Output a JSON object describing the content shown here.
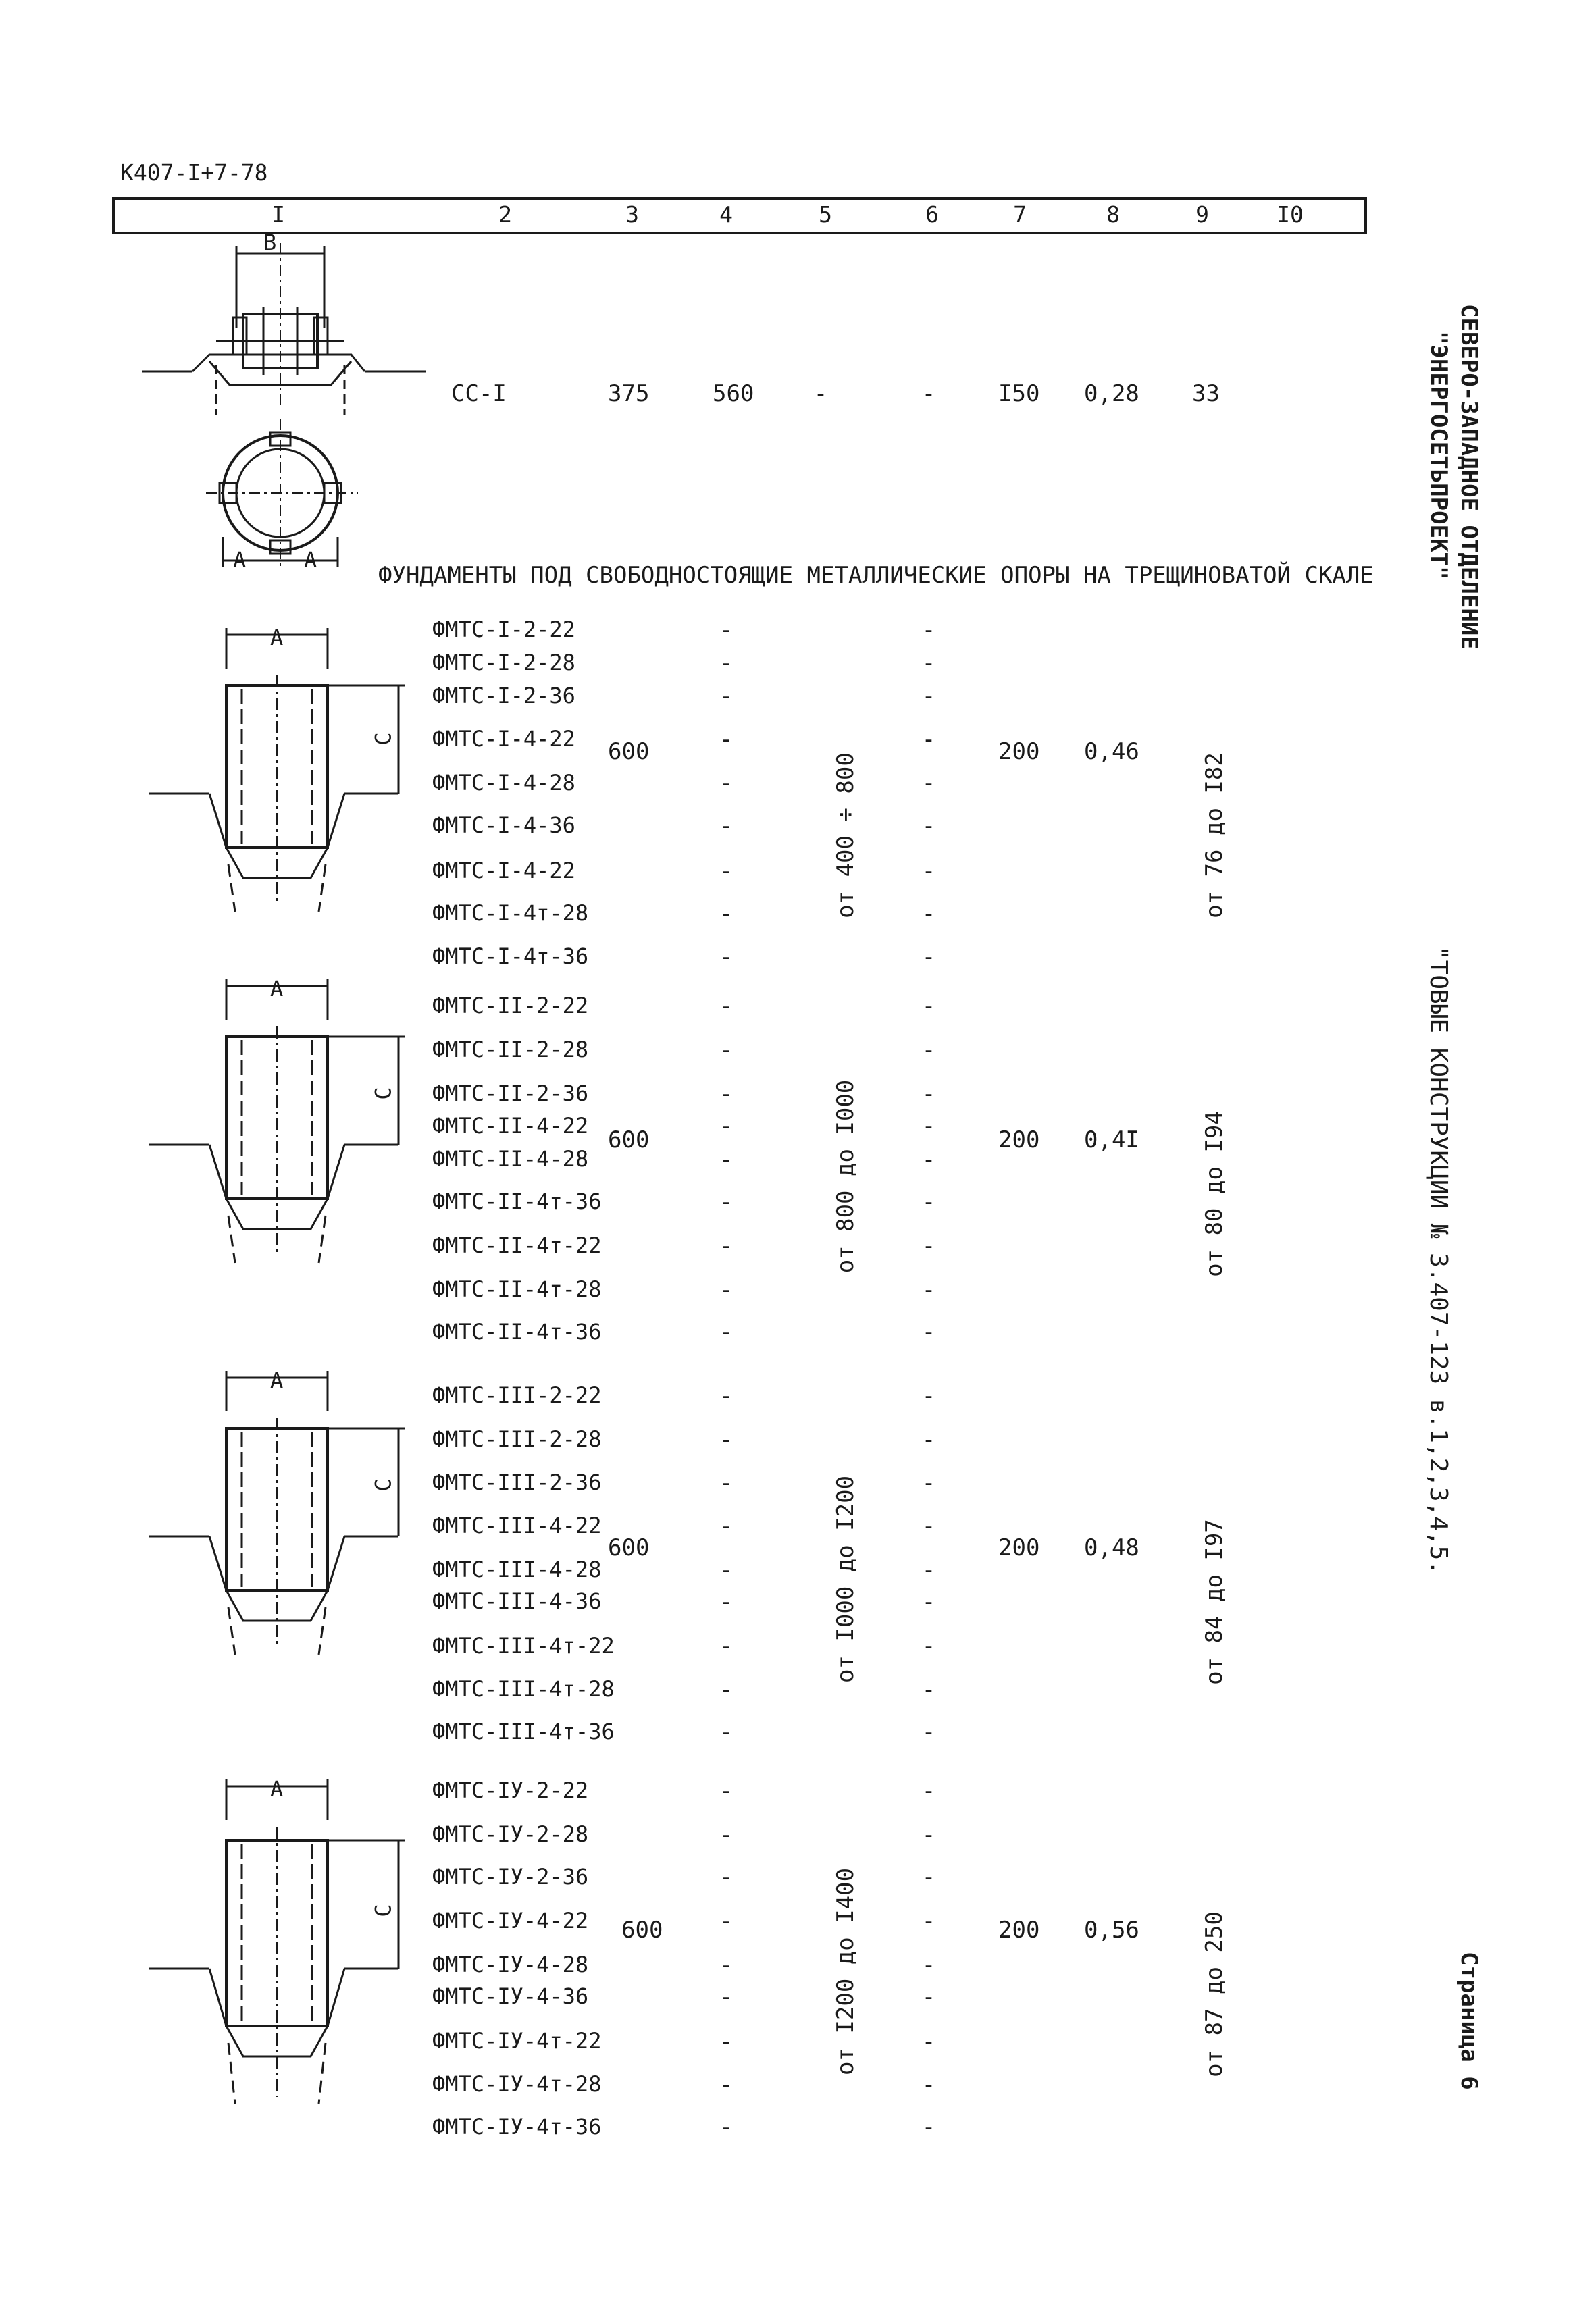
{
  "doc_code": "К407-І+7-78",
  "column_headers": [
    "I",
    "2",
    "3",
    "4",
    "5",
    "6",
    "7",
    "8",
    "9",
    "I0"
  ],
  "side_texts": {
    "organization": "СЕВЕРО-ЗАПАДНОЕ ОТДЕЛЕНИЕ",
    "institute": "\"ЭНЕРГОСЕТЬПРОЕКТ\"",
    "series": "\"ТОВЫЕ КОНСТРУКЦИИ № 3.407-123 в.1,2,3,4,5.",
    "page": "Страница 6"
  },
  "top_row": {
    "fig_label_b": "B",
    "fig_label_a": "A",
    "mark": "СС-I",
    "col3": "375",
    "col4": "560",
    "col5": "-",
    "col6": "-",
    "col7": "I50",
    "col8": "0,28",
    "col9": "33"
  },
  "section_heading": "ФУНДАМЕНТЫ ПОД СВОБОДНОСТОЯЩИЕ МЕТАЛЛИЧЕСКИЕ ОПОРЫ НА ТРЕЩИНОВАТОЙ СКАЛЕ",
  "groups": [
    {
      "label_a": "A",
      "label_c": "C",
      "marks": [
        "ФМТС-I-2-22",
        "ФМТС-I-2-28",
        "ФМТС-I-2-36",
        "ФМТС-I-4-22",
        "ФМТС-I-4-28",
        "ФМТС-I-4-36",
        "ФМТС-I-4-22",
        "ФМТС-I-4т-28",
        "ФМТС-I-4т-36"
      ],
      "col3": "600",
      "col5": "от 400 ÷ 800",
      "col7": "200",
      "col8": "0,46",
      "col9": "от 76 до I82"
    },
    {
      "label_a": "A",
      "label_c": "C",
      "marks": [
        "ФМТС-II-2-22",
        "ФМТС-II-2-28",
        "ФМТС-II-2-36",
        "ФМТС-II-4-22",
        "ФМТС-II-4-28",
        "ФМТС-II-4т-36",
        "ФМТС-II-4т-22",
        "ФМТС-II-4т-28",
        "ФМТС-II-4т-36"
      ],
      "col3": "600",
      "col5": "от 800 до I000",
      "col7": "200",
      "col8": "0,4I",
      "col9": "от 80 до I94"
    },
    {
      "label_a": "A",
      "label_c": "C",
      "marks": [
        "ФМТС-III-2-22",
        "ФМТС-III-2-28",
        "ФМТС-III-2-36",
        "ФМТС-III-4-22",
        "ФМТС-III-4-28",
        "ФМТС-III-4-36",
        "ФМТС-III-4т-22",
        "ФМТС-III-4т-28",
        "ФМТС-III-4т-36"
      ],
      "col3": "600",
      "col5": "от I000 до I200",
      "col7": "200",
      "col8": "0,48",
      "col9": "от 84 до I97"
    },
    {
      "label_a": "A",
      "label_c": "C",
      "marks": [
        "ФМТС-IУ-2-22",
        "ФМТС-IУ-2-28",
        "ФМТС-IУ-2-36",
        "ФМТС-IУ-4-22",
        "ФМТС-IУ-4-28",
        "ФМТС-IУ-4-36",
        "ФМТС-IУ-4т-22",
        "ФМТС-IУ-4т-28",
        "ФМТС-IУ-4т-36"
      ],
      "col3": "600",
      "col5": "от I200 до I400",
      "col7": "200",
      "col8": "0,56",
      "col9": "от 87 до 250"
    }
  ],
  "dash": "-"
}
